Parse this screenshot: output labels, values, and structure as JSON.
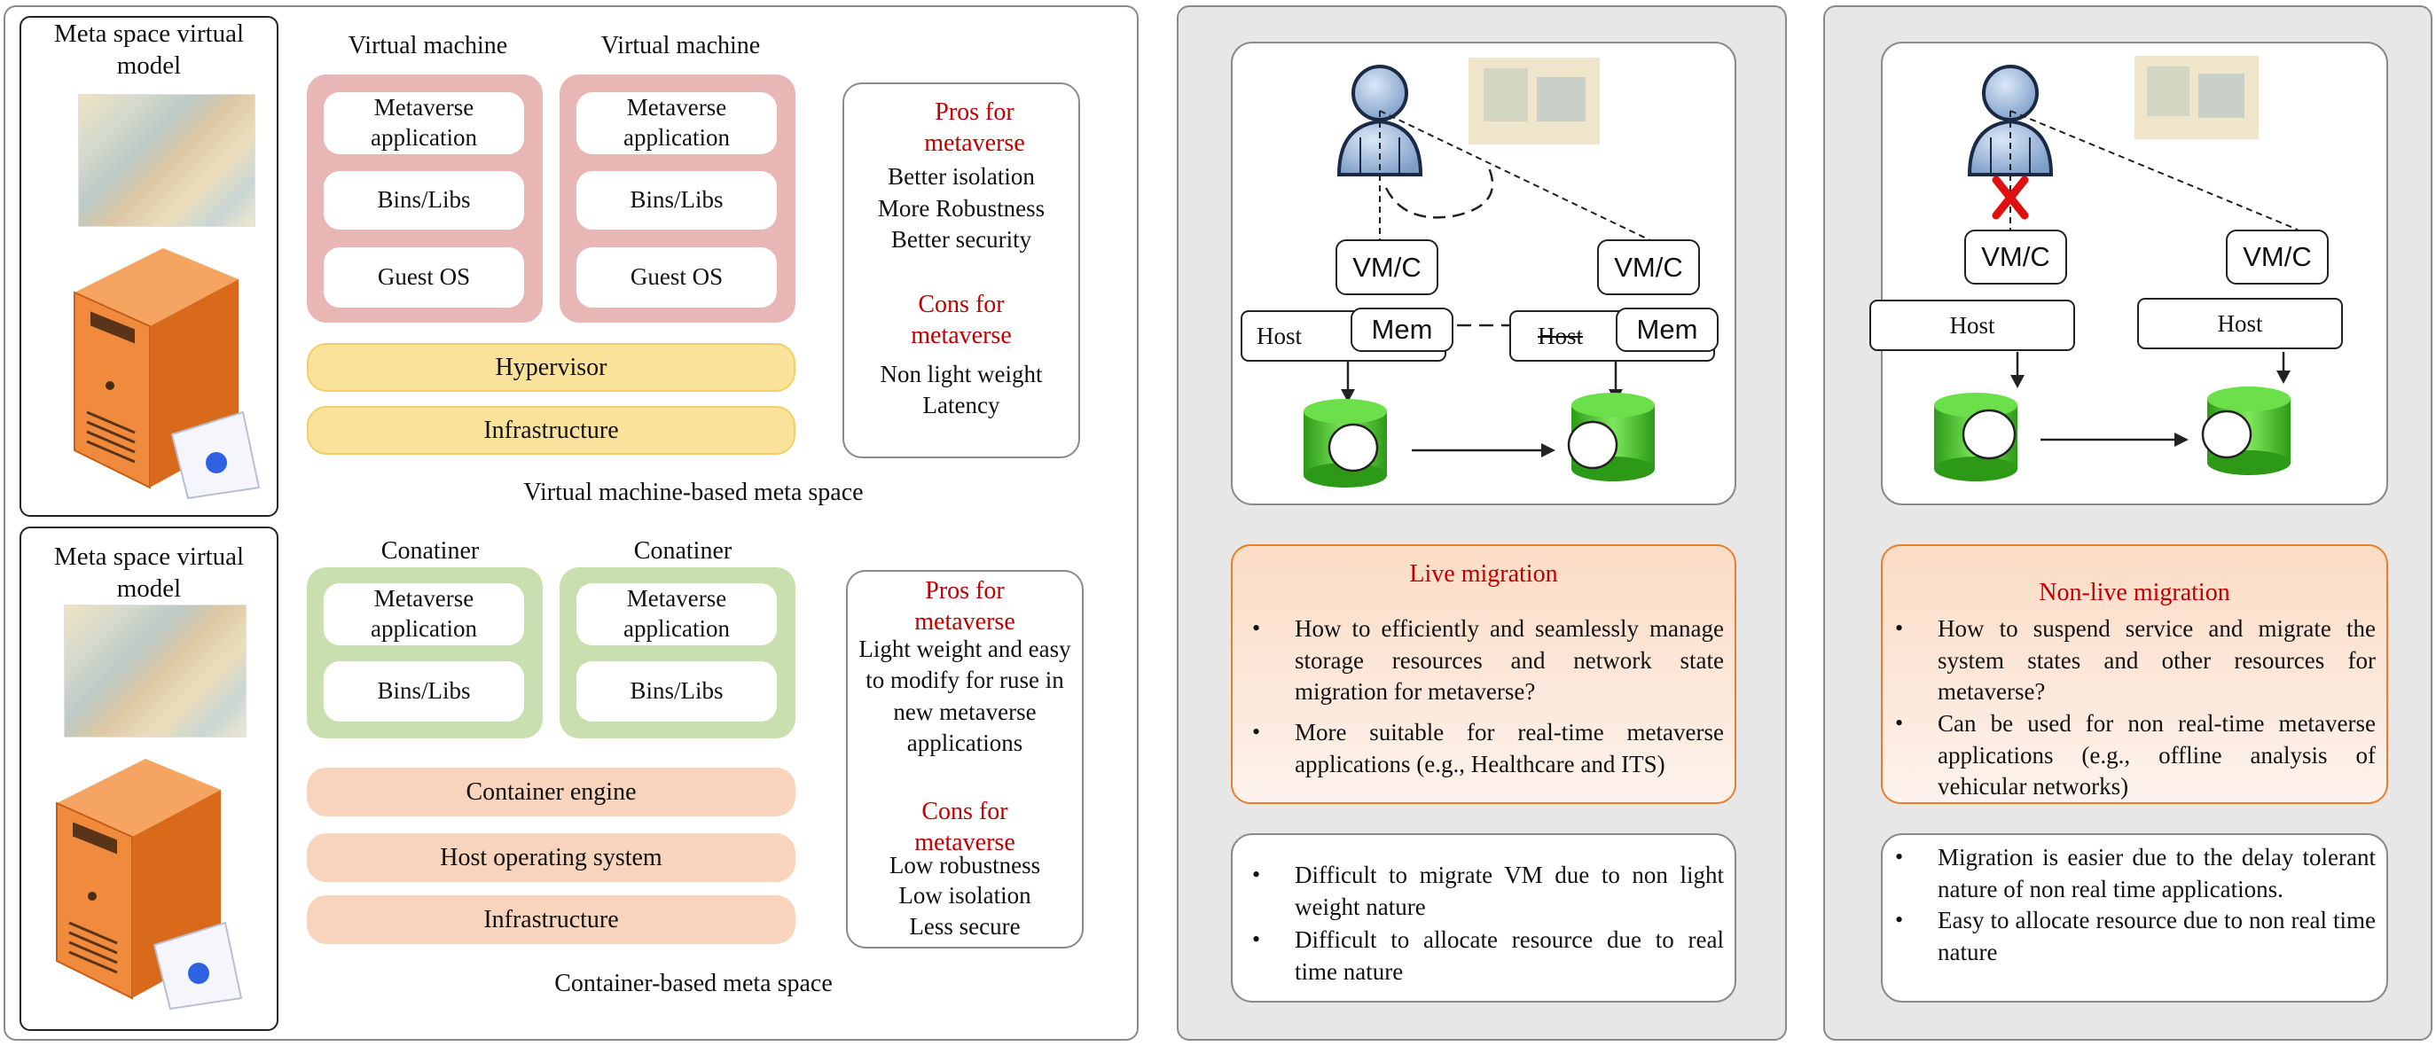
{
  "left_diagram": {
    "vm_section": {
      "model_title": "Meta space virtual model",
      "columns": [
        {
          "header": "Virtual machine",
          "layers": [
            "Metaverse application",
            "Bins/Libs",
            "Guest OS"
          ]
        },
        {
          "header": "Virtual machine",
          "layers": [
            "Metaverse application",
            "Bins/Libs",
            "Guest OS"
          ]
        }
      ],
      "hypervisor": "Hypervisor",
      "infrastructure": "Infrastructure",
      "pros_title": "Pros for metaverse",
      "pros": [
        "Better isolation",
        "More Robustness",
        "Better security"
      ],
      "cons_title": "Cons for metaverse",
      "cons": [
        "Non light weight",
        "Latency"
      ],
      "caption": "Virtual machine-based meta space"
    },
    "container_section": {
      "model_title": "Meta space virtual model",
      "columns": [
        {
          "header": "Conatiner",
          "layers": [
            "Metaverse application",
            "Bins/Libs"
          ]
        },
        {
          "header": "Conatiner",
          "layers": [
            "Metaverse application",
            "Bins/Libs"
          ]
        }
      ],
      "engine": "Container engine",
      "host_os": "Host operating system",
      "infrastructure": "Infrastructure",
      "pros_title": "Pros for metaverse",
      "pros": "Light weight and easy to modify for ruse in new metaverse applications",
      "cons_title": "Cons for metaverse",
      "cons": [
        "Low robustness",
        "Low isolation",
        "Less secure"
      ],
      "caption": "Container-based meta space"
    }
  },
  "live_panel": {
    "vmc_left": "VM/C",
    "vmc_right": "VM/C",
    "host_left": "Host",
    "host_right": "Host",
    "mem_left": "Mem",
    "mem_right": "Mem",
    "title": "Live migration",
    "bullets": [
      "How to efficiently and seamlessly manage storage resources and network state migration for metaverse?",
      "More suitable for real-time metaverse applications (e.g., Healthcare and ITS)"
    ],
    "notes": [
      "Difficult to migrate VM due to non light weight nature",
      "Difficult to allocate resource due to real time nature"
    ]
  },
  "nonlive_panel": {
    "vmc_left": "VM/C",
    "vmc_right": "VM/C",
    "host_left": "Host",
    "host_right": "Host",
    "title": "Non-live migration",
    "bullets": [
      "How to suspend service and migrate the system states and other resources for metaverse?",
      "Can be used for non real-time metaverse applications (e.g., offline analysis of vehicular networks)"
    ],
    "notes": [
      "Migration is easier due to the delay tolerant nature of non real time applications.",
      "Easy to allocate resource due to non real time nature"
    ]
  },
  "colors": {
    "pink": "#e8b6b4",
    "green": "#c9dfb0",
    "yellow": "#fbe29a",
    "peach": "#f8d4bd",
    "orange_border": "#e57f2b",
    "red_text": "#c00000",
    "panel_grey": "#e7e7e7"
  }
}
